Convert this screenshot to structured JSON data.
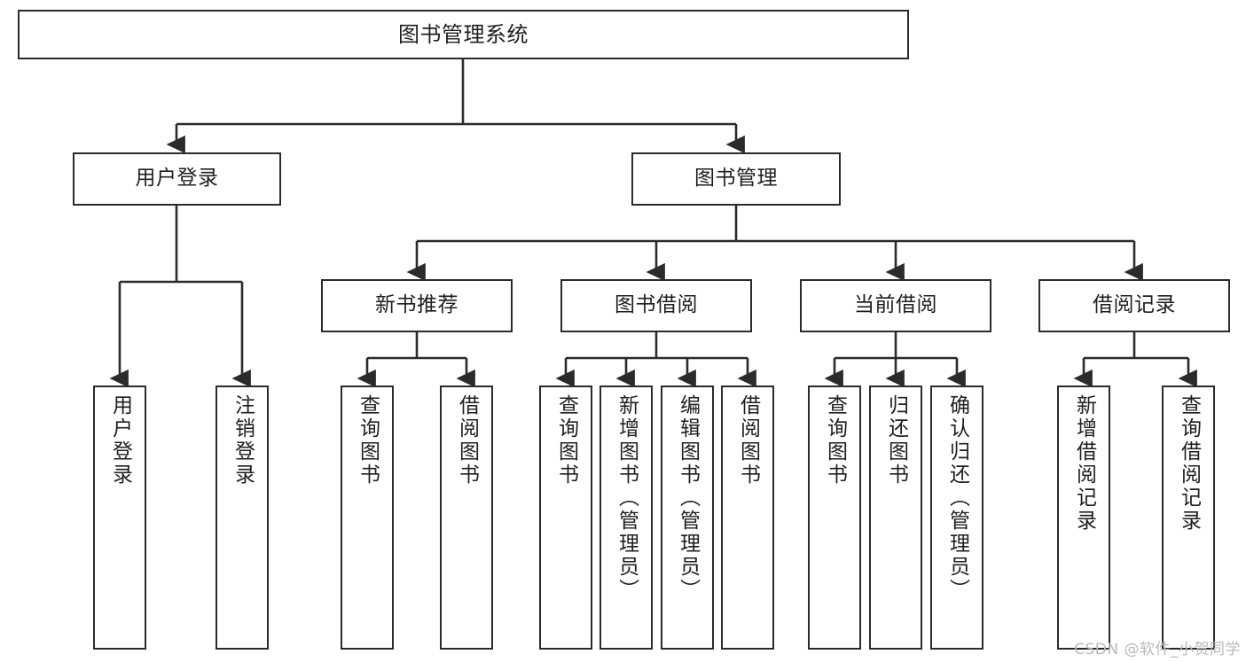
{
  "diagram": {
    "title": "图书管理系统",
    "type": "hierarchy-tree",
    "watermark": "CSDN @软件_小贺同学",
    "levels": {
      "root": "图书管理系统",
      "level2": [
        "用户登录",
        "图书管理"
      ],
      "level3": [
        "新书推荐",
        "图书借阅",
        "当前借阅",
        "借阅记录"
      ]
    },
    "nodes": {
      "root": {
        "label": "图书管理系统"
      },
      "user_login": {
        "label": "用户登录"
      },
      "book_manage": {
        "label": "图书管理"
      },
      "new_book_rec": {
        "label": "新书推荐"
      },
      "book_borrow": {
        "label": "图书借阅"
      },
      "current_borrow": {
        "label": "当前借阅"
      },
      "borrow_record": {
        "label": "借阅记录"
      },
      "leaf_user_login": {
        "label": "用户登录"
      },
      "leaf_user_logout": {
        "label": "注销登录"
      },
      "leaf_query_book_a": {
        "label": "查询图书"
      },
      "leaf_borrow_book_a": {
        "label": "借阅图书"
      },
      "leaf_query_book_b": {
        "label": "查询图书"
      },
      "leaf_add_book": {
        "label": "新增图书（管理员）"
      },
      "leaf_edit_book": {
        "label": "编辑图书（管理员）"
      },
      "leaf_borrow_book_b": {
        "label": "借阅图书"
      },
      "leaf_query_book_c": {
        "label": "查询图书"
      },
      "leaf_return_book": {
        "label": "归还图书"
      },
      "leaf_confirm_return": {
        "label": "确认归还（管理员）"
      },
      "leaf_add_record": {
        "label": "新增借阅记录"
      },
      "leaf_query_record": {
        "label": "查询借阅记录"
      }
    },
    "colors": {
      "stroke": "#2b2b2b",
      "fill": "#ffffff",
      "text": "#1f1f1f",
      "watermark": "#b9b9b9"
    }
  }
}
